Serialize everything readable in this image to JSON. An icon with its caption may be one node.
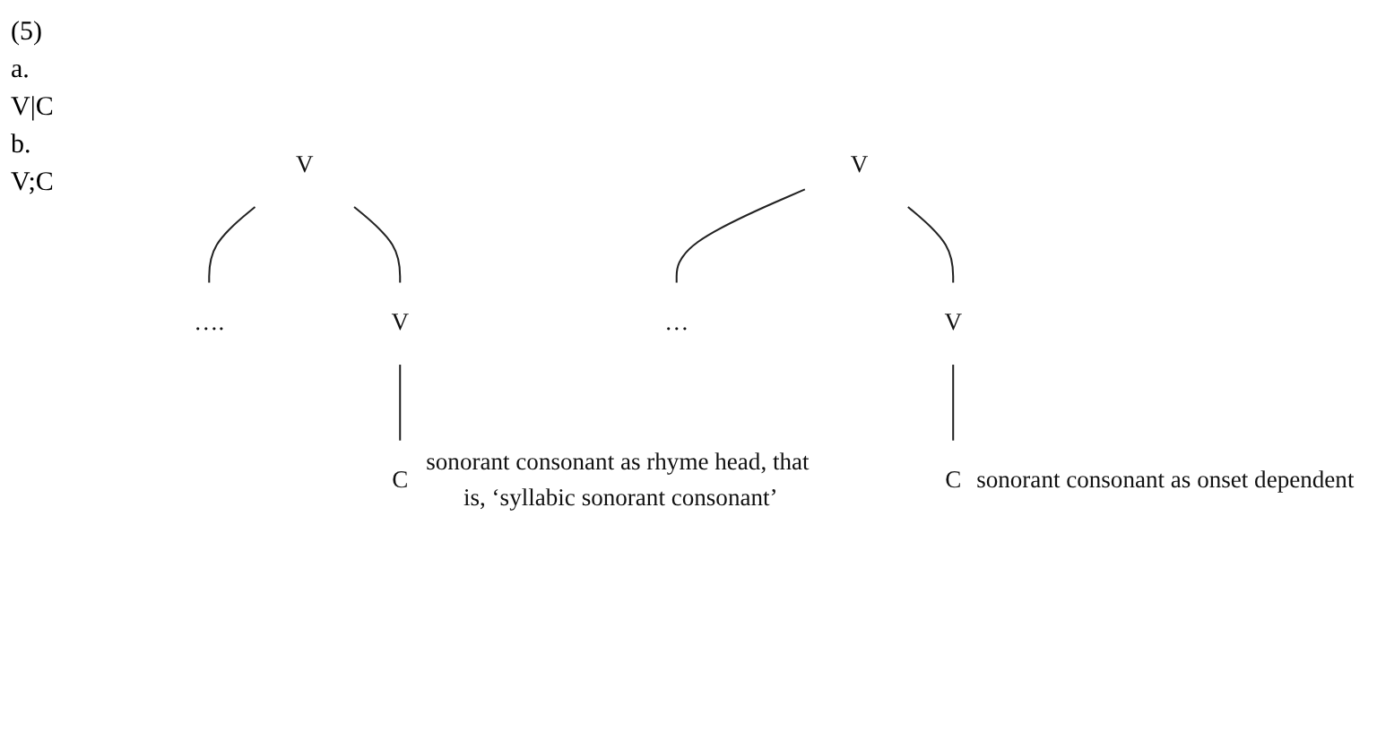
{
  "diagram": {
    "nodes": [
      {
        "text": [
          "V"
        ]
      },
      {
        "text": [
          "…."
        ]
      },
      {
        "text": [
          "V"
        ]
      },
      {
        "text": [
          "C"
        ],
        "beside": [
          "sonorant consonant as rhyme head, that is, ‘syllabic sonorant consonant’"
        ]
      },
      {
        "text": [
          "V"
        ]
      },
      {
        "text": [
          "…"
        ]
      },
      {
        "text": [
          "V"
        ]
      },
      {
        "text": [
          "C"
        ],
        "beside": [
          "sonorant consonant as onset dependent"
        ]
      }
    ],
    "edges": [
      {
        "from": 0,
        "to": 1,
        "arrow": "none"
      },
      {
        "from": 0,
        "to": 2,
        "arrow": "none"
      },
      {
        "from": 2,
        "to": 3,
        "arrow": "none"
      },
      {
        "from": 4,
        "to": 5,
        "arrow": "none"
      },
      {
        "from": 4,
        "to": 6,
        "arrow": "none"
      },
      {
        "from": 6,
        "to": 7,
        "arrow": "none"
      }
    ],
    "labels": [
      "(5)",
      "a.",
      "V|C",
      "b.",
      "V;C"
    ]
  }
}
